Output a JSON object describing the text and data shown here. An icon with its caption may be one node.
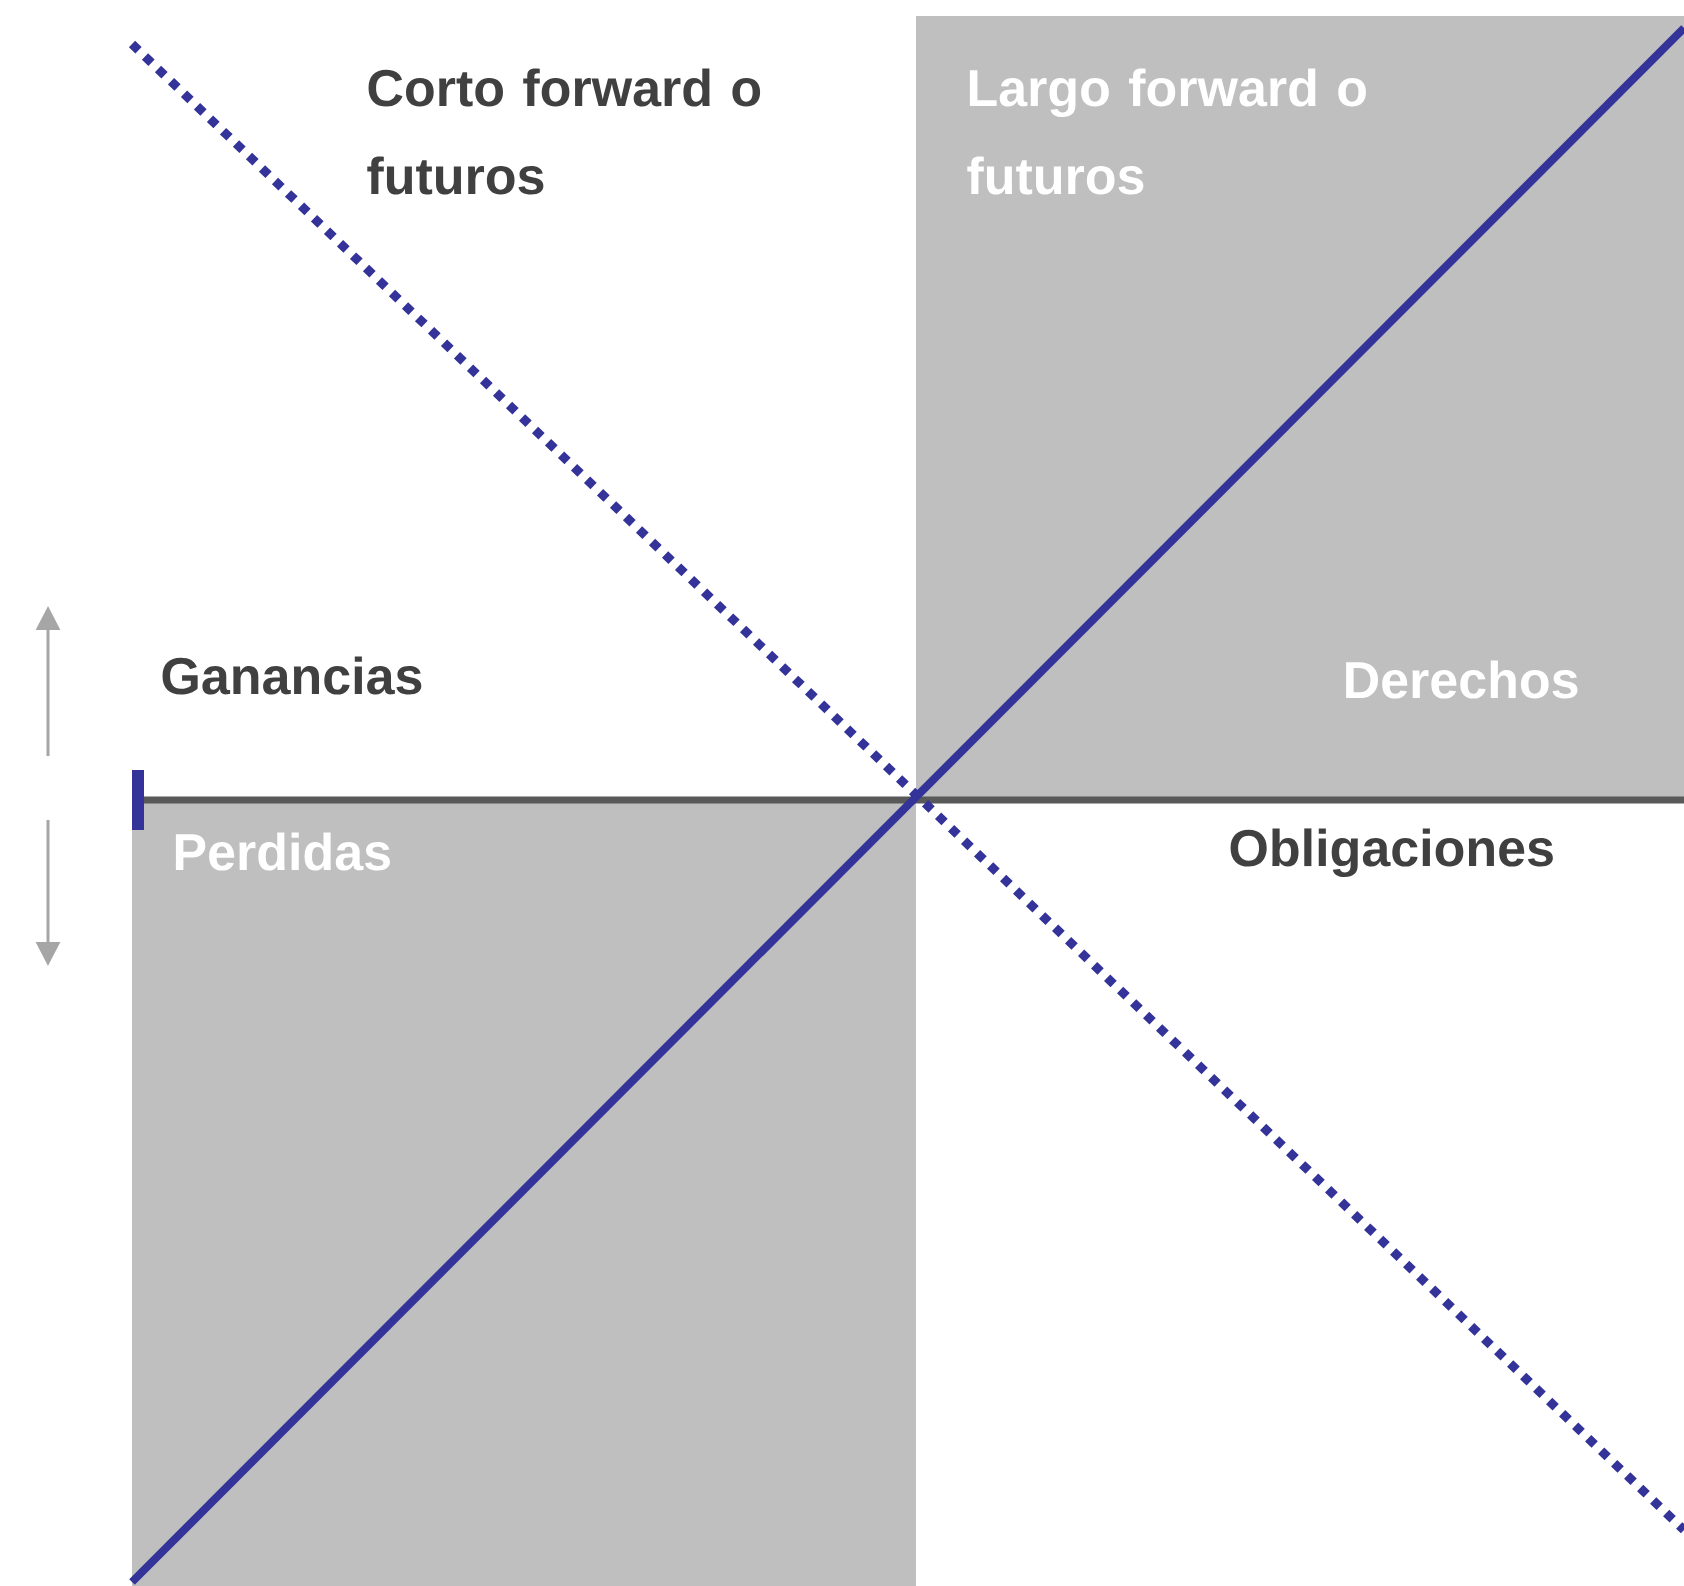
{
  "diagram": {
    "labels": [
      "Corto forward o futuros",
      "Largo forward o futuros",
      "Ganancias",
      "Derechos",
      "Perdidas",
      "Obligaciones"
    ]
  }
}
